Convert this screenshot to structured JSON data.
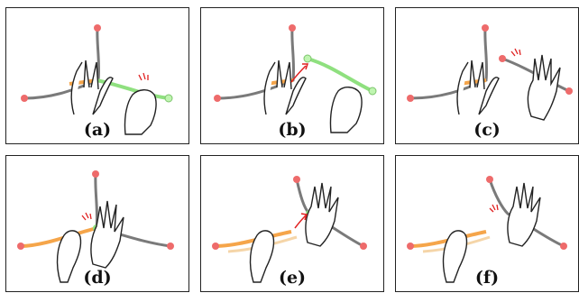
{
  "panels": [
    {
      "label": "(a)"
    },
    {
      "label": "(b)"
    },
    {
      "label": "(c)"
    },
    {
      "label": "(d)"
    },
    {
      "label": "(e)"
    },
    {
      "label": "(f)"
    }
  ],
  "colors": {
    "curve_gray": "#7a7a7a",
    "endpoint_red": "#ee6b6b",
    "selected_orange": "#f5a54a",
    "grabbed_green": "#8fe07f",
    "motion_arrow": "#e02020",
    "hand_outline": "#222222"
  }
}
